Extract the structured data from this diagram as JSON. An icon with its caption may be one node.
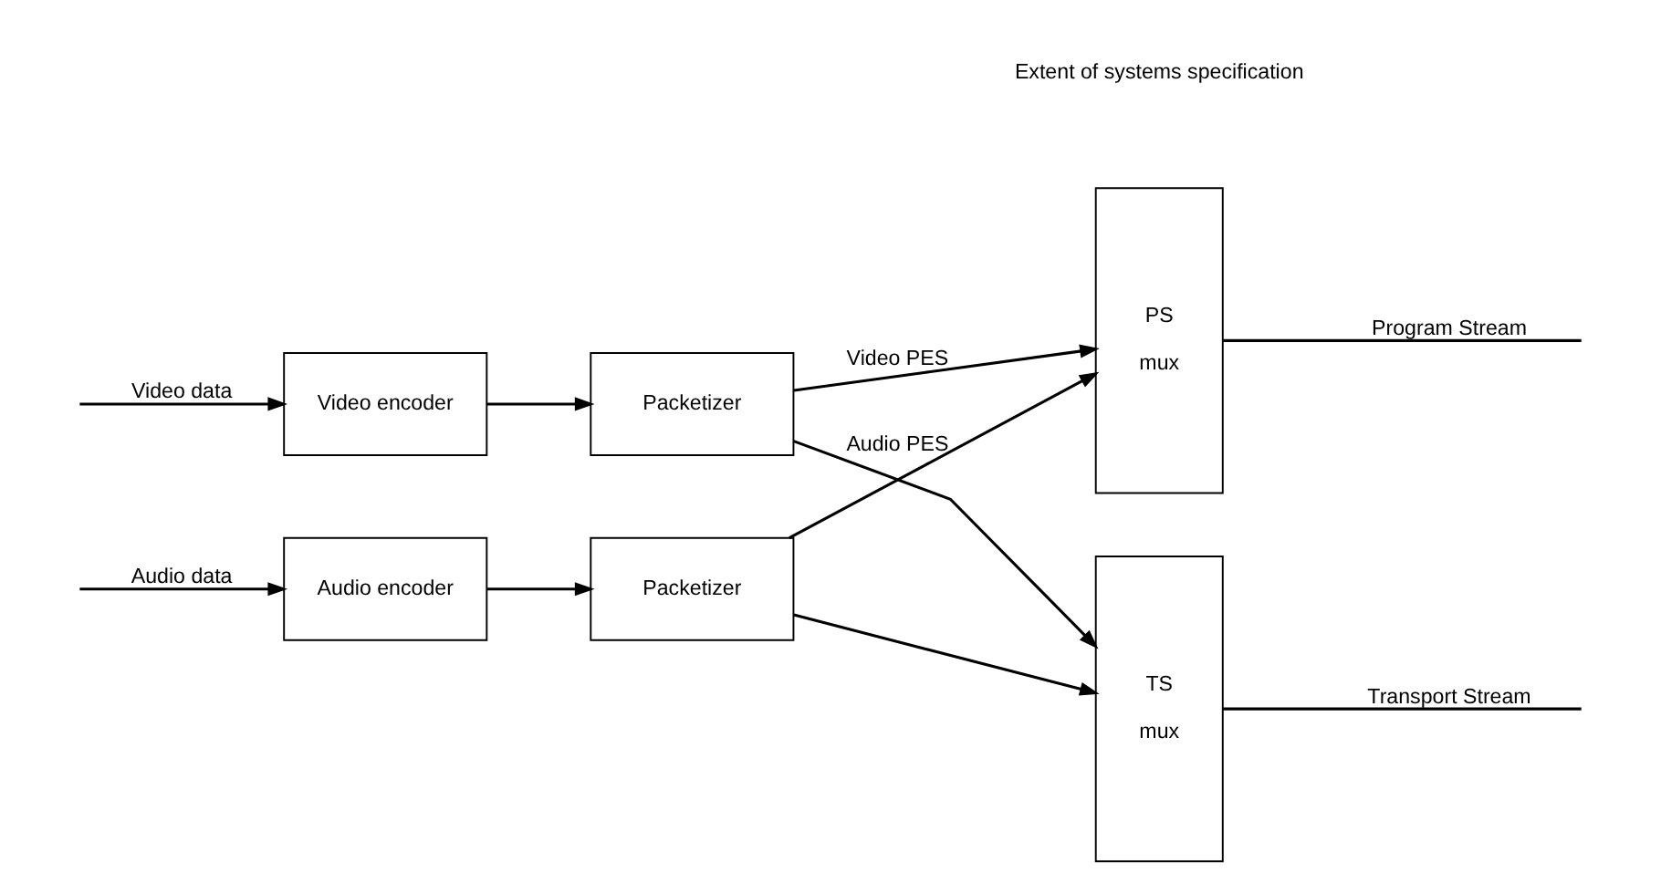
{
  "diagram": {
    "nodes": [
      {
        "text": [
          "Video encoder"
        ]
      },
      {
        "text": [
          "Audio encoder"
        ]
      },
      {
        "text": [
          "Packetizer"
        ]
      },
      {
        "text": [
          "Packetizer"
        ]
      },
      {
        "text": [
          "PS",
          "mux"
        ]
      },
      {
        "text": [
          "TS",
          "mux"
        ]
      }
    ],
    "edges": [
      {
        "from": null,
        "to": 0,
        "arrow": "to",
        "label": "Video data"
      },
      {
        "from": null,
        "to": 1,
        "arrow": "to",
        "label": "Audio data"
      },
      {
        "from": 0,
        "to": 2,
        "arrow": "to"
      },
      {
        "from": 1,
        "to": 3,
        "arrow": "to"
      },
      {
        "from": 2,
        "to": 4,
        "arrow": "to",
        "label": "Video PES"
      },
      {
        "from": 2,
        "to": 5,
        "arrow": "to"
      },
      {
        "from": 3,
        "to": 4,
        "arrow": "to",
        "label": "Audio PES"
      },
      {
        "from": 3,
        "to": 5,
        "arrow": "to"
      },
      {
        "from": 4,
        "to": null,
        "arrow": "none",
        "label": "Program Stream"
      },
      {
        "from": 5,
        "to": null,
        "arrow": "none",
        "label": "Transport Stream"
      }
    ],
    "labels": [
      "Extent of systems specification"
    ]
  }
}
